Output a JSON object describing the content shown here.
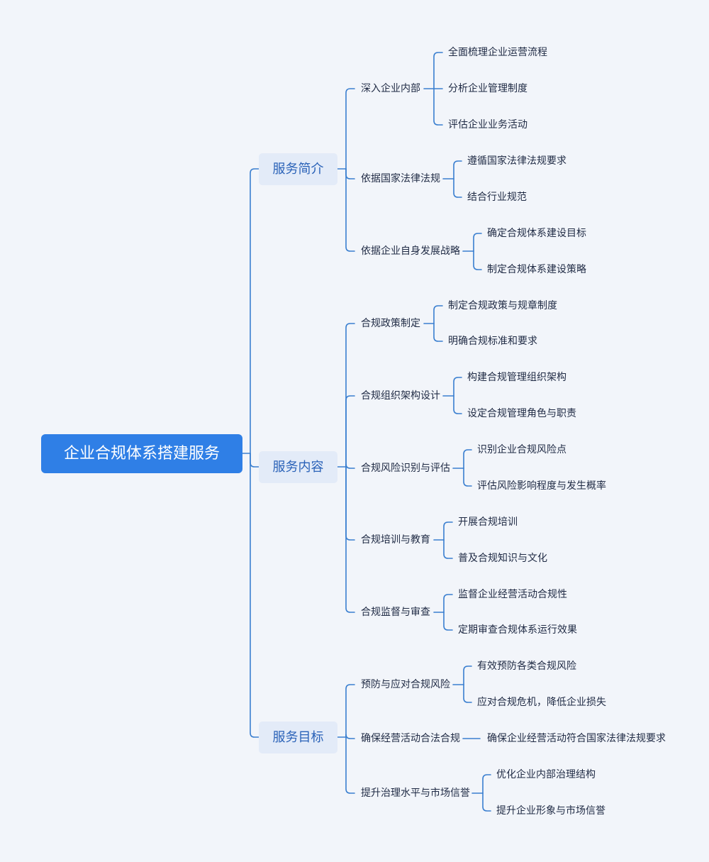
{
  "mindmap": {
    "root": "企业合规体系搭建服务",
    "branches": [
      {
        "label": "服务简介",
        "children": [
          {
            "label": "深入企业内部",
            "children": [
              "全面梳理企业运营流程",
              "分析企业管理制度",
              "评估企业业务活动"
            ]
          },
          {
            "label": "依据国家法律法规",
            "children": [
              "遵循国家法律法规要求",
              "结合行业规范"
            ]
          },
          {
            "label": "依据企业自身发展战略",
            "children": [
              "确定合规体系建设目标",
              "制定合规体系建设策略"
            ]
          }
        ]
      },
      {
        "label": "服务内容",
        "children": [
          {
            "label": "合规政策制定",
            "children": [
              "制定合规政策与规章制度",
              "明确合规标准和要求"
            ]
          },
          {
            "label": "合规组织架构设计",
            "children": [
              "构建合规管理组织架构",
              "设定合规管理角色与职责"
            ]
          },
          {
            "label": "合规风险识别与评估",
            "children": [
              "识别企业合规风险点",
              "评估风险影响程度与发生概率"
            ]
          },
          {
            "label": "合规培训与教育",
            "children": [
              "开展合规培训",
              "普及合规知识与文化"
            ]
          },
          {
            "label": "合规监督与审查",
            "children": [
              "监督企业经营活动合规性",
              "定期审查合规体系运行效果"
            ]
          }
        ]
      },
      {
        "label": "服务目标",
        "children": [
          {
            "label": "预防与应对合规风险",
            "children": [
              "有效预防各类合规风险",
              "应对合规危机，降低企业损失"
            ]
          },
          {
            "label": "确保经营活动合法合规",
            "children": [
              "确保企业经营活动符合国家法律法规要求"
            ]
          },
          {
            "label": "提升治理水平与市场信誉",
            "children": [
              "优化企业内部治理结构",
              "提升企业形象与市场信誉"
            ]
          }
        ]
      }
    ]
  },
  "colors": {
    "line": "#3a7fd0",
    "root_bg": "#2f7fe6",
    "branch_bg": "#e3ebf8",
    "branch_text": "#2a62b8",
    "text": "#1f2a44",
    "background": "#f2f5fa"
  }
}
